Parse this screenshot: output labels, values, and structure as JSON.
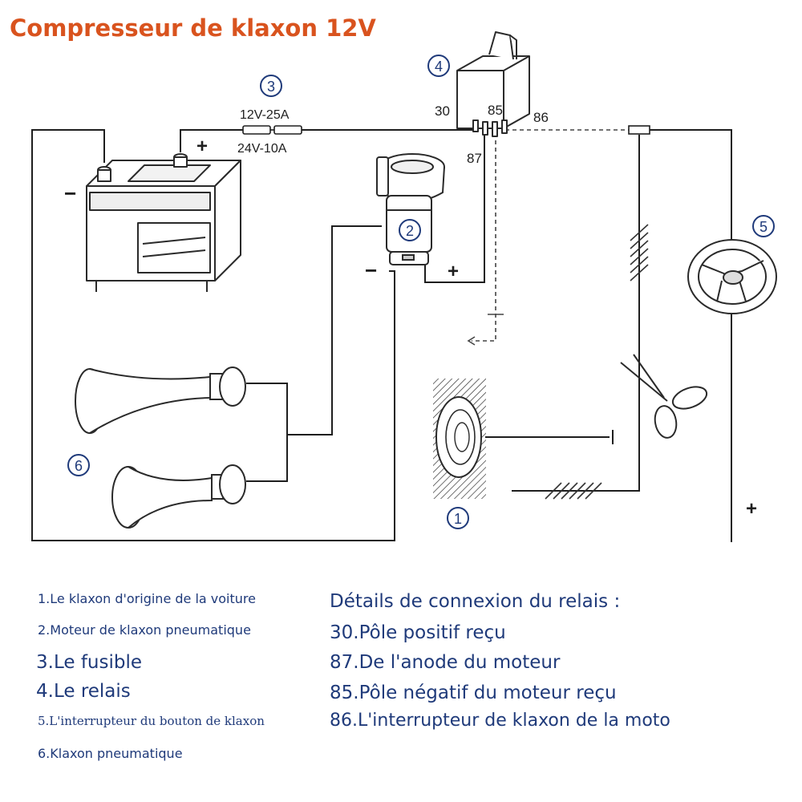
{
  "title": "Compresseur de klaxon 12V",
  "colors": {
    "title": "#d9531e",
    "legend_text": "#1f3a7a",
    "badge": "#1f3a7a",
    "wire": "#1e1e1e"
  },
  "diagram": {
    "markers": {
      "m1": "1",
      "m2": "2",
      "m3": "3",
      "m4": "4",
      "m5": "5",
      "m6": "6"
    },
    "fuse_rating_12v": "12V-25A",
    "fuse_rating_24v": "24V-10A",
    "relay_pins": {
      "p30": "30",
      "p85": "85",
      "p86": "86",
      "p87": "87"
    },
    "polarity": {
      "battery_plus": "+",
      "battery_minus": "−",
      "motor_plus": "+",
      "motor_minus": "−",
      "supply_plus": "+"
    },
    "icons": [
      "battery",
      "air-horn-motor",
      "fuse",
      "relay",
      "steering-wheel",
      "air-horns",
      "car-horn",
      "scissors"
    ]
  },
  "legend": {
    "left": [
      "1.Le klaxon d'origine de la voiture",
      "2.Moteur de klaxon pneumatique",
      "3.Le fusible",
      "4.Le relais",
      "5.L'interrupteur du bouton de klaxon",
      "6.Klaxon pneumatique"
    ],
    "right_heading": "Détails de connexion du relais :",
    "right": [
      "30.Pôle positif reçu",
      "87.De l'anode du moteur",
      "85.Pôle négatif du moteur reçu",
      "86.L'interrupteur de klaxon de la moto"
    ]
  }
}
